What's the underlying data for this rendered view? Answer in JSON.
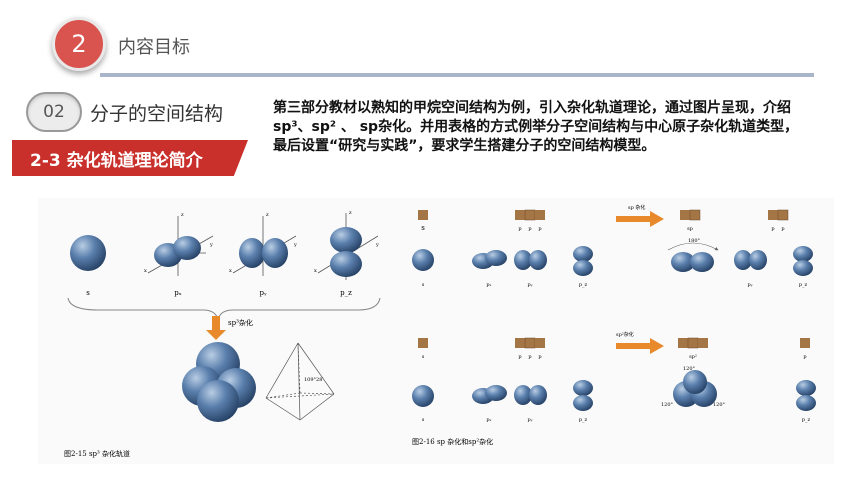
{
  "header": {
    "number": "2",
    "title": "内容目标"
  },
  "section": {
    "number": "02",
    "title": "分子的空间结构"
  },
  "banner": {
    "text": "2-3 杂化轨道理论简介"
  },
  "paragraph": "第三部分教材以熟知的甲烷空间结构为例，引入杂化轨道理论，通过图片呈现，介绍sp³、sp² 、 sp杂化。并用表格的方式例举分子空间结构与中心原子杂化轨道类型，最后设置“研究与实践”，要求学生搭建分子的空间结构模型。",
  "figure_left": {
    "labels": {
      "s": "s",
      "px": "pₓ",
      "py": "pᵧ",
      "pz": "p_z"
    },
    "axes": {
      "x": "x",
      "y": "y",
      "z": "z"
    },
    "arrow_label": "sp³杂化",
    "angle": "109°28′",
    "caption": "图2-15   sp³ 杂化轨道"
  },
  "figure_right": {
    "top_labels": {
      "s": "s",
      "p": "p",
      "sp": "sp",
      "angle": "180°",
      "arrow": "sp 杂化"
    },
    "bottom_labels": {
      "s": "s",
      "p": "p",
      "sp2": "sp²",
      "angle": "120°",
      "arrow": "sp²杂化"
    },
    "orbital_labels": {
      "s": "s",
      "px": "pₓ",
      "py": "pᵧ",
      "pz": "p_z"
    },
    "caption": "图2-16   sp 杂化和sp²杂化"
  },
  "colors": {
    "accent_red": "#c9302c",
    "orbital_blue": "#4a6d9a",
    "arrow_orange": "#e8892b"
  }
}
